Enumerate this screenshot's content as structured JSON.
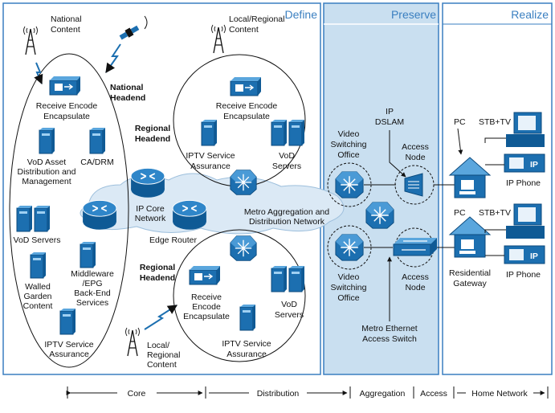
{
  "sections": {
    "define": "Define",
    "preserve": "Preserve",
    "realize": "Realize"
  },
  "labels": {
    "national_content": [
      "National",
      "Content"
    ],
    "national_headend": [
      "National",
      "Headend"
    ],
    "receive_encode_national": [
      "Receive Encode",
      "Encapsulate"
    ],
    "vod_asset": [
      "VoD Asset",
      "Distribution and",
      "Management"
    ],
    "ca_drm": "CA/DRM",
    "vod_servers_left": "VoD Servers",
    "walled_garden": [
      "Walled",
      "Garden",
      "Content"
    ],
    "middleware": [
      "Middleware",
      "/EPG",
      "Back-End",
      "Services"
    ],
    "iptv_assurance_left": [
      "IPTV Service",
      "Assurance"
    ],
    "local_regional_top": [
      "Local/Regional",
      "Content"
    ],
    "receive_encode_regional_top": [
      "Receive Encode",
      "Encapsulate"
    ],
    "iptv_assurance_top": [
      "IPTV Service",
      "Assurance"
    ],
    "vod_servers_top": [
      "VoD",
      "Servers"
    ],
    "regional_headend_top": [
      "Regional",
      "Headend"
    ],
    "ip_core": [
      "IP Core",
      "Network"
    ],
    "edge_router": "Edge Router",
    "metro_agg": [
      "Metro Aggregation and",
      "Distribution Network"
    ],
    "regional_headend_bottom": [
      "Regional",
      "Headend"
    ],
    "receive_encode_bottom": [
      "Receive",
      "Encode",
      "Encapsulate"
    ],
    "vod_servers_bottom": [
      "VoD",
      "Servers"
    ],
    "iptv_assurance_bottom": [
      "IPTV Service",
      "Assurance"
    ],
    "local_regional_bottom": [
      "Local/",
      "Regional",
      "Content"
    ],
    "video_switching_top": [
      "Video",
      "Switching",
      "Office"
    ],
    "video_switching_bottom": [
      "Video",
      "Switching",
      "Office"
    ],
    "ip_dslam": [
      "IP",
      "DSLAM"
    ],
    "access_node_top": [
      "Access",
      "Node"
    ],
    "access_node_bottom": [
      "Access",
      "Node"
    ],
    "metro_ethernet": [
      "Metro Ethernet",
      "Access Switch"
    ],
    "pc_top": "PC",
    "stb_tv_top": "STB+TV",
    "ip_phone_top": "IP Phone",
    "pc_bottom": "PC",
    "stb_tv_bottom": "STB+TV",
    "residential_gateway": [
      "Residential",
      "Gateway"
    ],
    "ip_phone_bottom": "IP Phone",
    "ip_tag_top": "IP",
    "ip_tag_bottom": "IP"
  },
  "footer": {
    "core": "Core",
    "distribution": "Distribution",
    "aggregation": "Aggregation",
    "access": "Access",
    "home_network": "Home Network"
  },
  "colors": {
    "accent": "#3a7fc0",
    "device": "#1c6fb0",
    "preserve_bg": "#c9dff0",
    "cloud": "#dbe9f5"
  }
}
